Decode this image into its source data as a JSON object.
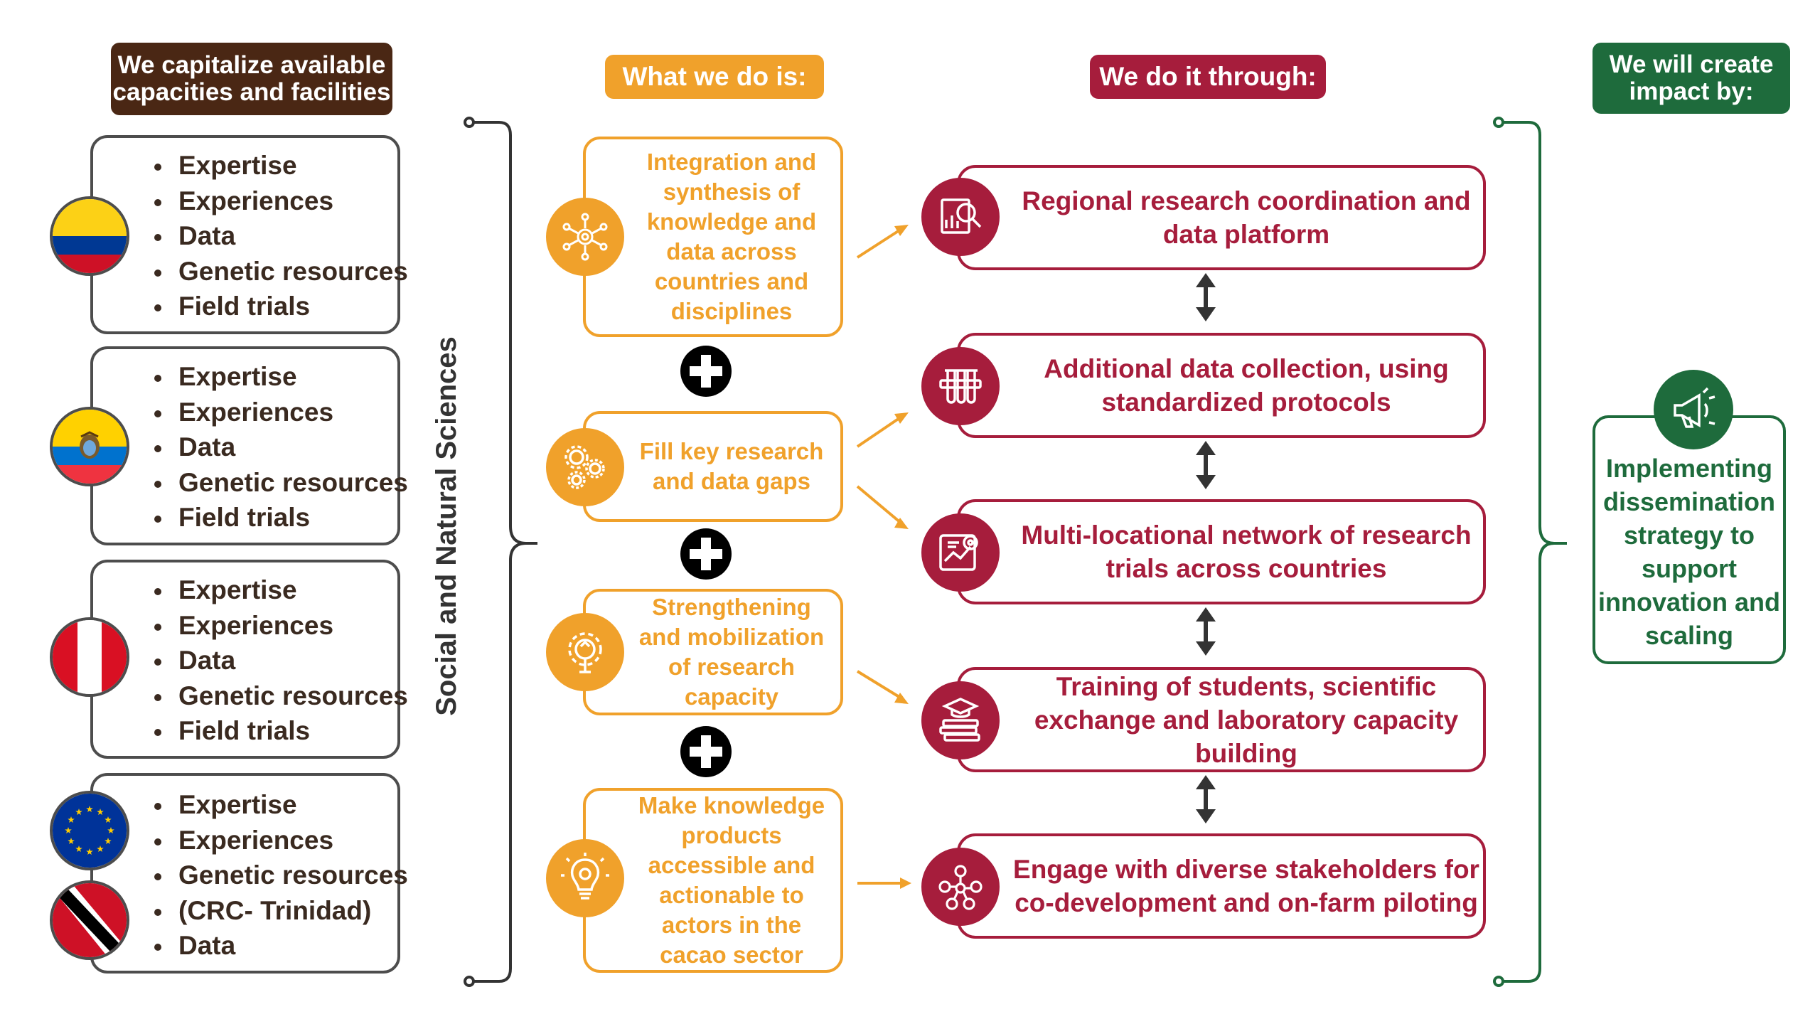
{
  "headers": {
    "capacities": "We capitalize available capacities and facilities",
    "what_we_do": "What we do is:",
    "through": "We do it through:",
    "impact": "We will create impact by:"
  },
  "capacities": [
    {
      "country_flag": "colombia-flag",
      "items": [
        "Expertise",
        "Experiences",
        "Data",
        "Genetic resources",
        "Field trials"
      ]
    },
    {
      "country_flag": "ecuador-flag",
      "items": [
        "Expertise",
        "Experiences",
        "Data",
        "Genetic resources",
        "Field trials"
      ]
    },
    {
      "country_flag": "peru-flag",
      "items": [
        "Expertise",
        "Experiences",
        "Data",
        "Genetic resources",
        "Field trials"
      ]
    },
    {
      "country_flag": "eu-and-trinidad-flags",
      "items": [
        "Expertise",
        "Experiences",
        "Genetic resources",
        "(CRC- Trinidad)",
        "Data"
      ]
    }
  ],
  "vertical_label": "Social and Natural Sciences",
  "what_we_do": [
    {
      "icon": "network-gear-icon",
      "text": "Integration and synthesis of knowledge and data across countries and disciplines"
    },
    {
      "icon": "gears-icon",
      "text": "Fill key research and data gaps"
    },
    {
      "icon": "head-gear-icon",
      "text": "Strengthening and mobilization of research capacity"
    },
    {
      "icon": "lightbulb-icon",
      "text": "Make knowledge products accessible and actionable to actors in the cacao sector"
    }
  ],
  "through": [
    {
      "icon": "search-chart-icon",
      "text": "Regional research coordination and data platform"
    },
    {
      "icon": "test-tubes-icon",
      "text": "Additional data collection, using standardized protocols"
    },
    {
      "icon": "field-map-icon",
      "text": "Multi-locational network of research trials across countries"
    },
    {
      "icon": "books-icon",
      "text": "Training of students, scientific exchange and laboratory capacity building"
    },
    {
      "icon": "stakeholders-network-icon",
      "text": "Engage with diverse stakeholders for co-development and on-farm piloting"
    }
  ],
  "impact": {
    "icon": "megaphone-icon",
    "text": "Implementing dissemination strategy to support innovation and scaling"
  },
  "colors": {
    "brown": "#4a2714",
    "orange": "#f0a12b",
    "crimson": "#a61d3c",
    "green": "#1e6b3c",
    "gray": "#4d4d4d"
  }
}
